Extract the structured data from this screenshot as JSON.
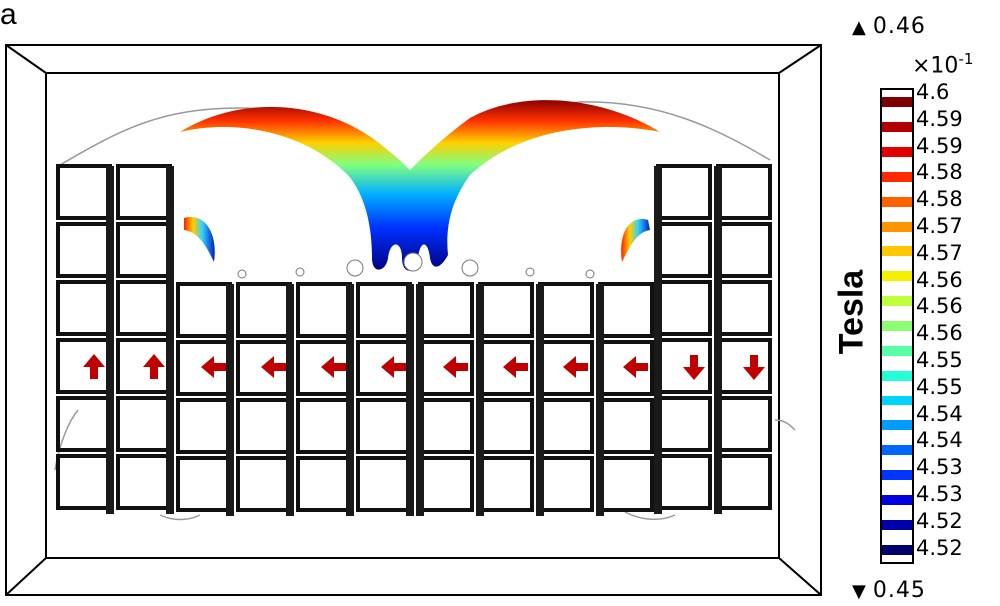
{
  "panel_label": "a",
  "colorbar": {
    "max_value": "0.46",
    "min_value": "0.45",
    "multiplier": "×10",
    "exponent": "-1",
    "unit": "Tesla",
    "ticks": [
      "4.6",
      "4.59",
      "4.59",
      "4.58",
      "4.58",
      "4.57",
      "4.57",
      "4.56",
      "4.56",
      "4.56",
      "4.55",
      "4.55",
      "4.54",
      "4.54",
      "4.53",
      "4.53",
      "4.52",
      "4.52"
    ],
    "colors": [
      "#7f0000",
      "#b20000",
      "#e50000",
      "#ff2a00",
      "#ff6000",
      "#ff9400",
      "#ffc800",
      "#f4f000",
      "#bfff3c",
      "#8cff70",
      "#58ffa4",
      "#24ffd8",
      "#00d4ff",
      "#009cff",
      "#0068ff",
      "#0034ff",
      "#0000e0",
      "#0000a8",
      "#00006c"
    ]
  },
  "magnet_arrows": [
    "up",
    "up",
    "left",
    "left",
    "left",
    "left",
    "left",
    "left",
    "left",
    "left",
    "down",
    "down"
  ],
  "colors": {
    "arrow": "#c00000",
    "frame": "#000000",
    "block": "#111111"
  }
}
